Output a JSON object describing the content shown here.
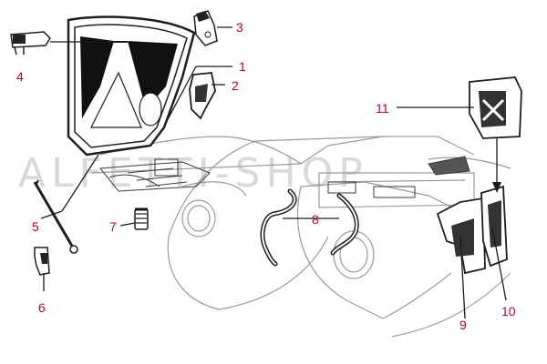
{
  "colors": {
    "callout_text": "#b0003a",
    "leader": "#1a1a1a",
    "linework_light": "#9a9a9a",
    "linework_dark": "#1e1e1e",
    "watermark": "#d9d9d9"
  },
  "watermark": {
    "text": "ALFETTI-SHOP"
  },
  "callouts": [
    {
      "label": "1"
    },
    {
      "label": "2"
    },
    {
      "label": "3"
    },
    {
      "label": "4"
    },
    {
      "label": "5"
    },
    {
      "label": "6"
    },
    {
      "label": "7"
    },
    {
      "label": "8"
    },
    {
      "label": "9"
    },
    {
      "label": "10"
    },
    {
      "label": "11"
    }
  ]
}
